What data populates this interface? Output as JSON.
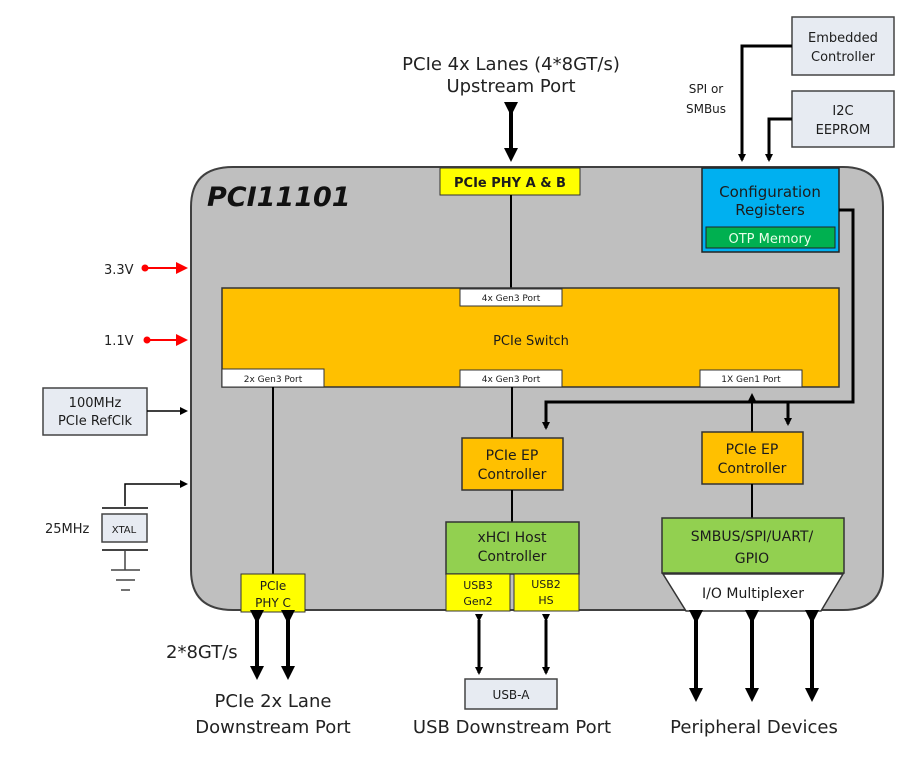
{
  "chip": {
    "name": "PCI11101",
    "body_color": "#bfbfbf"
  },
  "colors": {
    "phy_yellow": "#ffff00",
    "switch_orange": "#ffc000",
    "ep_orange": "#ffc000",
    "green_block": "#92d050",
    "config_blue": "#00b0f0",
    "otp_green": "#00b050",
    "external_box": "#e7ebf2",
    "power_red": "#ff0000"
  },
  "top": {
    "upstream_label_line1": "PCIe 4x Lanes (4*8GT/s)",
    "upstream_label_line2": "Upstream Port",
    "phy_ab": "PCIe PHY A & B"
  },
  "external": {
    "embedded_controller_line1": "Embedded",
    "embedded_controller_line2": "Controller",
    "i2c_eeprom_line1": "I2C",
    "i2c_eeprom_line2": "EEPROM",
    "bus_label_line1": "SPI or",
    "bus_label_line2": "SMBus",
    "refclk_line1": "100MHz",
    "refclk_line2": "PCIe RefClk",
    "xtal": "XTAL",
    "xtal_freq": "25MHz",
    "power_3v3": "3.3V",
    "power_1v1": "1.1V"
  },
  "config": {
    "line1": "Configuration",
    "line2": "Registers",
    "otp": "OTP Memory"
  },
  "switch": {
    "label": "PCIe Switch",
    "port_up": "4x Gen3 Port",
    "port_left": "2x Gen3 Port",
    "port_mid": "4x Gen3 Port",
    "port_right": "1X Gen1 Port"
  },
  "ep_left": {
    "line1": "PCIe EP",
    "line2": "Controller"
  },
  "ep_right": {
    "line1": "PCIe EP",
    "line2": "Controller"
  },
  "xhci": {
    "line1": "xHCI Host",
    "line2": "Controller"
  },
  "usb3": {
    "line1": "USB3",
    "line2": "Gen2"
  },
  "usb2": {
    "line1": "USB2",
    "line2": "HS"
  },
  "periph": {
    "line1": "SMBUS/SPI/UART/",
    "line2": "GPIO",
    "mux": "I/O Multiplexer"
  },
  "phy_c": {
    "line1": "PCIe",
    "line2": "PHY C"
  },
  "bottom": {
    "rate_label": "2*8GT/s",
    "downstream_line1": "PCIe 2x Lane",
    "downstream_line2": "Downstream Port",
    "usb_connector": "USB-A",
    "usb_downstream": "USB Downstream Port",
    "peripheral_devices": "Peripheral Devices"
  }
}
